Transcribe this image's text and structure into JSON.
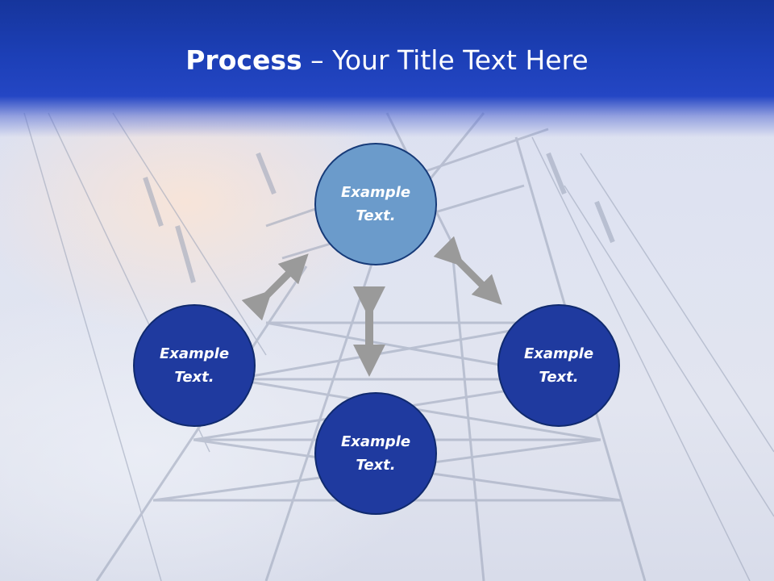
{
  "title": {
    "bold": "Process",
    "rest": " – Your Title Text Here"
  },
  "nodes": {
    "top": "Example Text.",
    "left": "Example Text.",
    "right": "Example Text.",
    "bottom": "Example Text."
  },
  "colors": {
    "header": "#1c3fb6",
    "node_dark": "#1f3a9f",
    "node_light": "#6b9bcb",
    "arrow": "#9a9a9a"
  }
}
